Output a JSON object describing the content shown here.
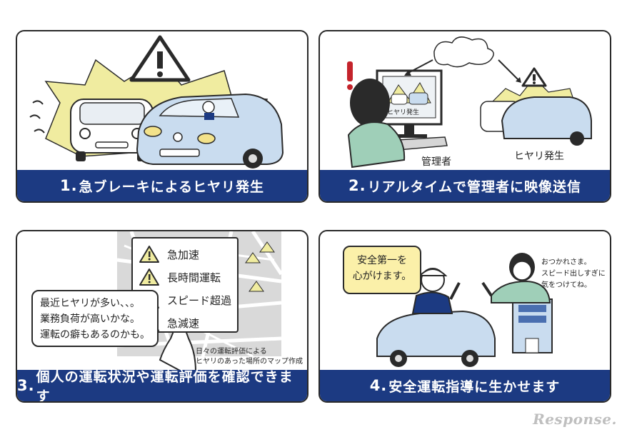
{
  "panels": [
    {
      "caption_num": "1.",
      "caption_text": "急ブレーキによるヒヤリ発生"
    },
    {
      "caption_num": "2.",
      "caption_text": "リアルタイムで管理者に映像送信",
      "monitor_label": "ヒヤリ発生",
      "manager_label": "管理者",
      "incident_label": "ヒヤリ発生"
    },
    {
      "caption_num": "3.",
      "caption_text": "個人の運転状況や運転評価を確認できます",
      "alerts": [
        "急加速",
        "長時間運転",
        "スピード超過",
        "急減速"
      ],
      "thought_lines": [
        "最近ヒヤリが多い、、。",
        "業務負荷が高いかな。",
        "運転の癖もあるのかも。"
      ],
      "map_note_lines": [
        "日々の運転評価による",
        "ヒヤリのあった場所のマップ作成"
      ]
    },
    {
      "caption_num": "4.",
      "caption_text": "安全運転指導に生かせます",
      "driver_speech_lines": [
        "安全第一を",
        "心がけます。"
      ],
      "manager_speech_lines": [
        "おつかれさま。",
        "スピード出しすぎに",
        "気をつけてね。"
      ]
    }
  ],
  "logo": "Response.",
  "colors": {
    "caption_bg": "#1c3a82",
    "burst": "#f0eca0",
    "car": "#c9dcef",
    "sweater": "#9fcfb8"
  }
}
